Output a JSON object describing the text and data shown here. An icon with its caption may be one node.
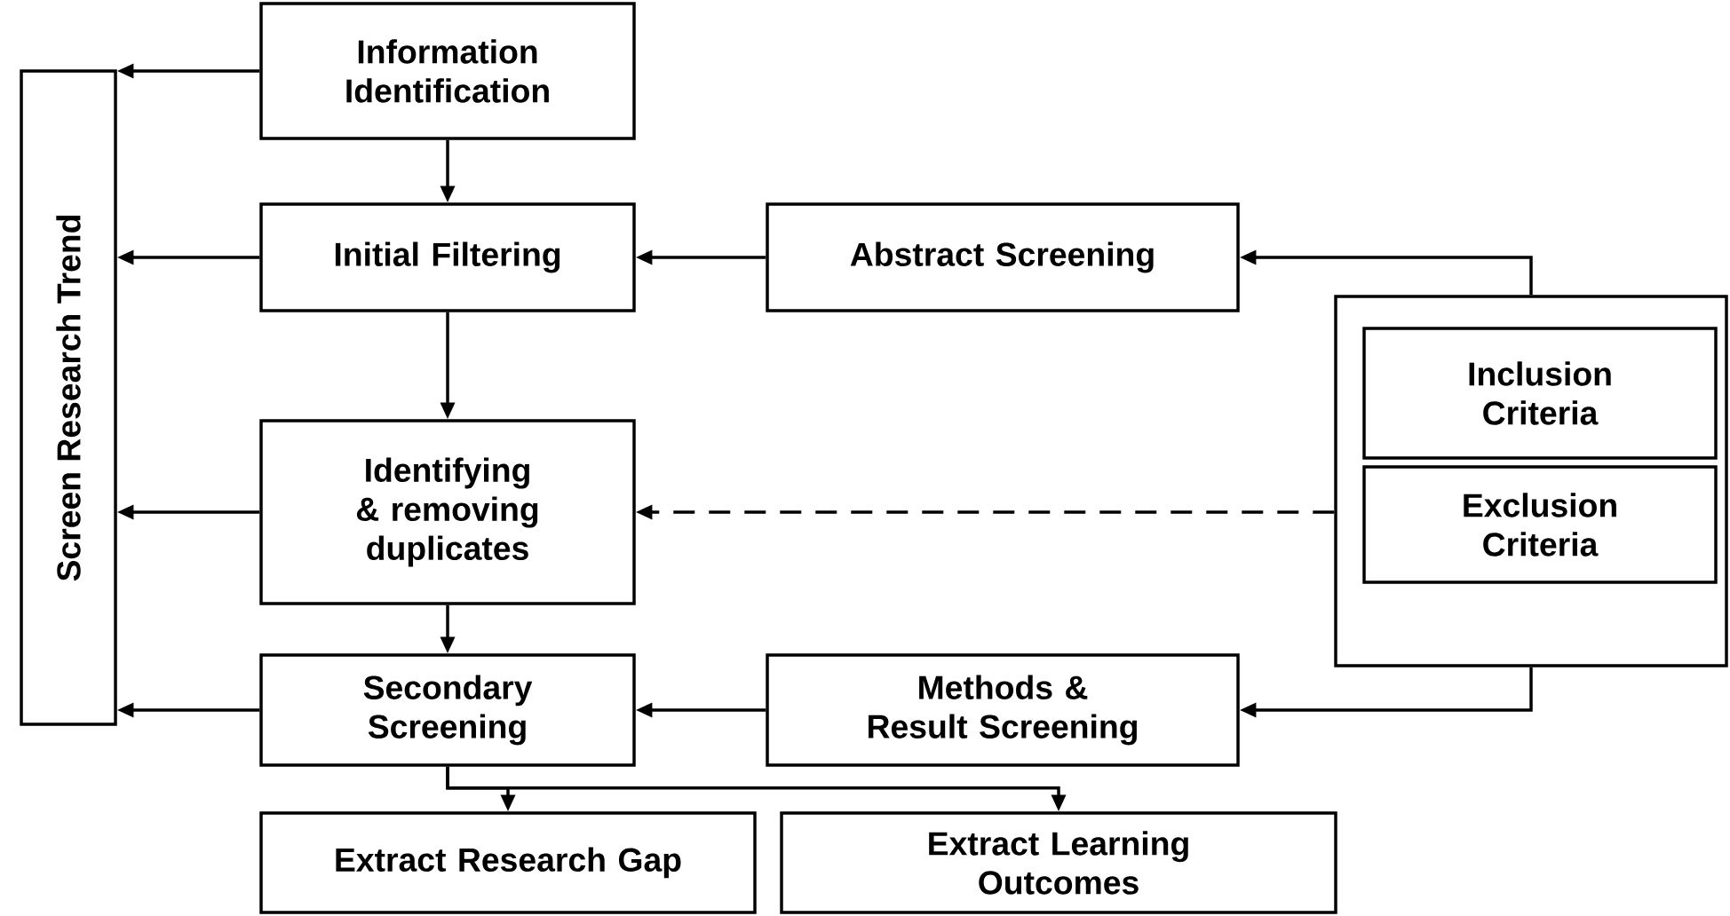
{
  "diagram": {
    "nodes": [
      {
        "text": [
          "Screen Research Trend"
        ]
      },
      {
        "text": [
          "Information Identification"
        ]
      },
      {
        "text": [
          "Initial Filtering"
        ]
      },
      {
        "text": [
          "Abstract Screening"
        ]
      },
      {
        "text": [
          "Identifying & removing duplicates"
        ]
      },
      {
        "text": [],
        "shape": "box"
      },
      {
        "text": [
          "Inclusion Criteria"
        ],
        "in": 5
      },
      {
        "text": [
          "Exclusion Criteria"
        ],
        "in": 5
      },
      {
        "text": [
          "Secondary Screening"
        ]
      },
      {
        "text": [
          "Methods & Result Screening"
        ]
      },
      {
        "text": [
          "Extract Research Gap"
        ]
      },
      {
        "text": [
          "Extract Learning Outcomes"
        ]
      }
    ],
    "edges": [
      {
        "from": 1,
        "to": 0,
        "arrow": "to"
      },
      {
        "from": 2,
        "to": 0,
        "arrow": "to"
      },
      {
        "from": 4,
        "to": 0,
        "arrow": "to"
      },
      {
        "from": 8,
        "to": 0,
        "arrow": "to"
      },
      {
        "from": 1,
        "to": 2,
        "arrow": "to"
      },
      {
        "from": 2,
        "to": 4,
        "arrow": "to"
      },
      {
        "from": 4,
        "to": 8,
        "arrow": "to"
      },
      {
        "from": 3,
        "to": 2,
        "arrow": "to"
      },
      {
        "from": 9,
        "to": 8,
        "arrow": "to"
      },
      {
        "from": 5,
        "to": 3,
        "arrow": "to"
      },
      {
        "from": 5,
        "to": 4,
        "arrow": "to",
        "style": "dashed"
      },
      {
        "from": 5,
        "to": 9,
        "arrow": "to"
      },
      {
        "from": 8,
        "to": 10,
        "arrow": "to"
      },
      {
        "from": 8,
        "to": 11,
        "arrow": "to"
      }
    ]
  }
}
